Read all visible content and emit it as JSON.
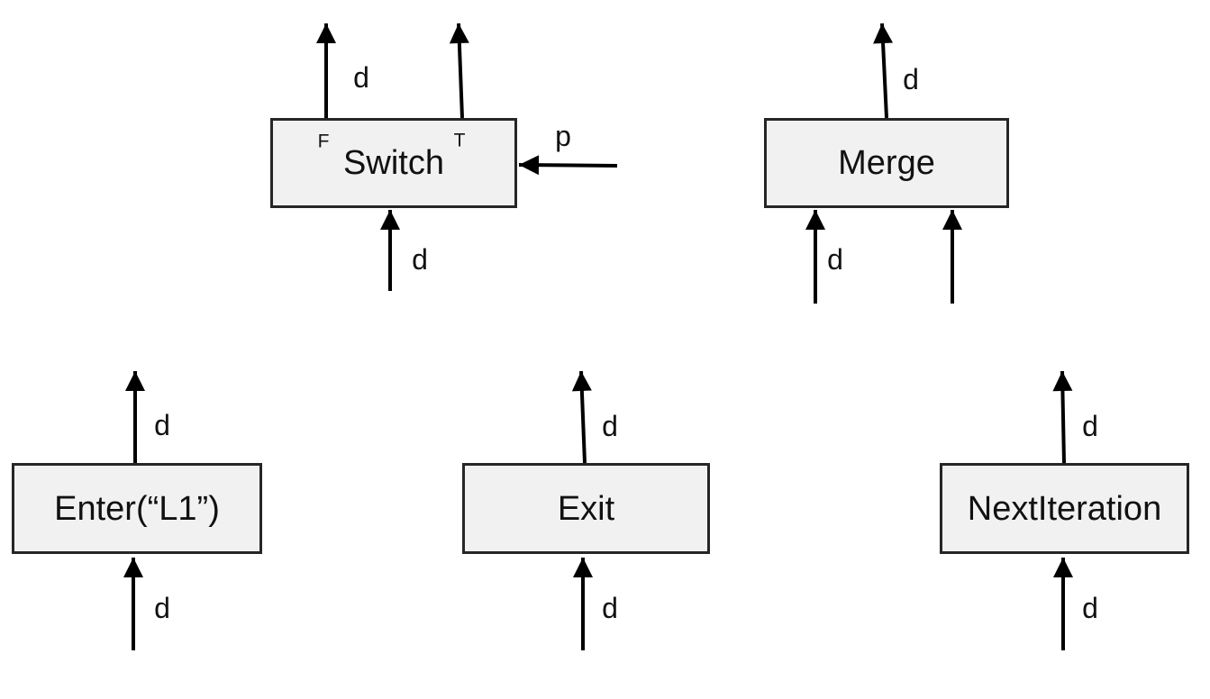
{
  "diagram": {
    "colors": {
      "node_fill": "#f1f1f1",
      "node_border": "#262626",
      "arrow": "#000000",
      "text": "#111111",
      "background": "#ffffff"
    },
    "nodes": [
      {
        "id": "switch",
        "label": "Switch",
        "false_port_label": "F",
        "true_port_label": "T",
        "output_label": "d",
        "input_label": "d",
        "predicate_label": "p"
      },
      {
        "id": "merge",
        "label": "Merge",
        "output_label": "d",
        "input_label": "d"
      },
      {
        "id": "enter",
        "label": "Enter(“L1”)",
        "output_label": "d",
        "input_label": "d"
      },
      {
        "id": "exit",
        "label": "Exit",
        "output_label": "d",
        "input_label": "d"
      },
      {
        "id": "next_iteration",
        "label": "NextIteration",
        "output_label": "d",
        "input_label": "d"
      }
    ]
  }
}
